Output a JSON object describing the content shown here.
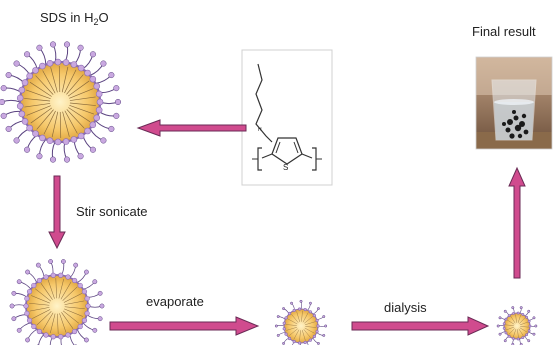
{
  "labels": {
    "sds_title": "SDS in H",
    "sds_sub": "2",
    "sds_tail": "O",
    "final_result": "Final result",
    "stir_sonicate": "Stir sonicate",
    "evaporate": "evaporate",
    "dialysis": "dialysis"
  },
  "polymer": {
    "monomer_letter": "S",
    "end_mark": "H"
  },
  "colors": {
    "arrow_fill": "#d04b8e",
    "arrow_stroke": "#6a2a55",
    "micelle_core": "#f6c86a",
    "micelle_outline": "#8a6bb0",
    "head_group": "#c9a8e0",
    "tail": "#5a4380"
  },
  "icons": {
    "micelle": "sds-micelle-icon",
    "polymer": "p3ht-structure-icon",
    "glass": "water-glass-photo-icon"
  }
}
